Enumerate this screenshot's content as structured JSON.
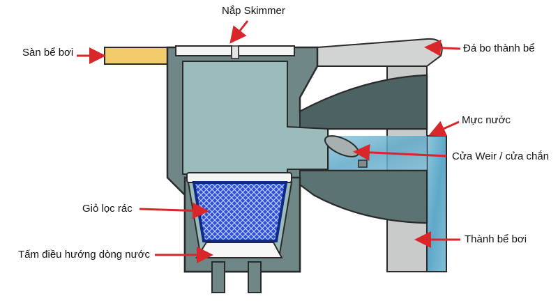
{
  "labels": {
    "skimmer_lid": "Nắp Skimmer",
    "pool_deck": "Sàn bể bơi",
    "coping_stone": "Đá bo thành bể",
    "water_level": "Mực nước",
    "weir_door": "Cửa Weir / cửa chắn",
    "debris_basket": "Giỏ lọc rác",
    "flow_plate": "Tấm điều hướng dòng nước",
    "pool_wall": "Thành bể bơi"
  },
  "colors": {
    "body": "#6f8787",
    "body_dark": "#4d6262",
    "chamber_water": "#9cbcbc",
    "deck": "#f2cc6a",
    "coping": "#d2d4d4",
    "wall_gray": "#c9cbcb",
    "pool_water": "#6fb2cf",
    "basket_mesh": "#2f4fd8",
    "basket_frame": "#0f2a86",
    "arrow": "#d8262a"
  }
}
